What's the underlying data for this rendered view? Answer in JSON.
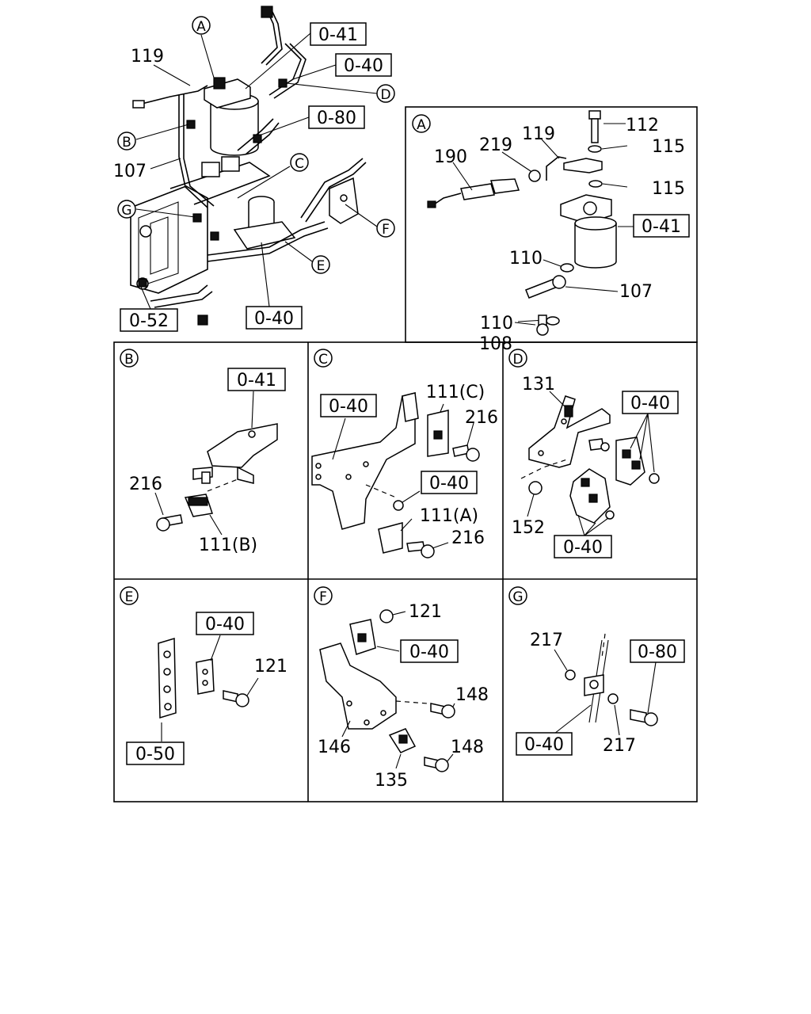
{
  "main_view": {
    "refs": {
      "r041": "0-41",
      "r040a": "0-40",
      "r080": "0-80",
      "r052": "0-52",
      "r040b": "0-40"
    },
    "parts": {
      "p119": "119",
      "p107": "107"
    },
    "callouts": {
      "A": "A",
      "B": "B",
      "C": "C",
      "D": "D",
      "E": "E",
      "F": "F",
      "G": "G"
    }
  },
  "panel_a": {
    "letter": "A",
    "refs": {
      "r041": "0-41"
    },
    "parts": {
      "p112": "112",
      "p115a": "115",
      "p115b": "115",
      "p119": "119",
      "p219": "219",
      "p190": "190",
      "p110a": "110",
      "p110b": "110",
      "p107": "107",
      "p108": "108"
    }
  },
  "panel_b": {
    "letter": "B",
    "refs": {
      "r041": "0-41"
    },
    "parts": {
      "p216": "216",
      "p111b": "111(B)"
    }
  },
  "panel_c": {
    "letter": "C",
    "refs": {
      "r040a": "0-40",
      "r040b": "0-40"
    },
    "parts": {
      "p111c": "111(C)",
      "p216a": "216",
      "p111a": "111(A)",
      "p216b": "216"
    }
  },
  "panel_d": {
    "letter": "D",
    "refs": {
      "r040a": "0-40",
      "r040b": "0-40"
    },
    "parts": {
      "p131": "131",
      "p152": "152"
    }
  },
  "panel_e": {
    "letter": "E",
    "refs": {
      "r040": "0-40",
      "r050": "0-50"
    },
    "parts": {
      "p121": "121"
    }
  },
  "panel_f": {
    "letter": "F",
    "refs": {
      "r040": "0-40"
    },
    "parts": {
      "p121": "121",
      "p148a": "148",
      "p146": "146",
      "p148b": "148",
      "p135": "135"
    }
  },
  "panel_g": {
    "letter": "G",
    "refs": {
      "r080": "0-80",
      "r040": "0-40"
    },
    "parts": {
      "p217a": "217",
      "p217b": "217"
    }
  }
}
